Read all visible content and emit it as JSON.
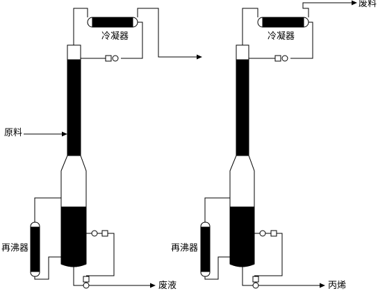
{
  "labels": {
    "condenser_1": "冷凝器",
    "condenser_2": "冷凝器",
    "feed": "原料",
    "reboiler_1": "再沸器",
    "reboiler_2": "再沸器",
    "waste_liquid": "废液",
    "waste_material": "废料",
    "propylene": "丙烯"
  }
}
